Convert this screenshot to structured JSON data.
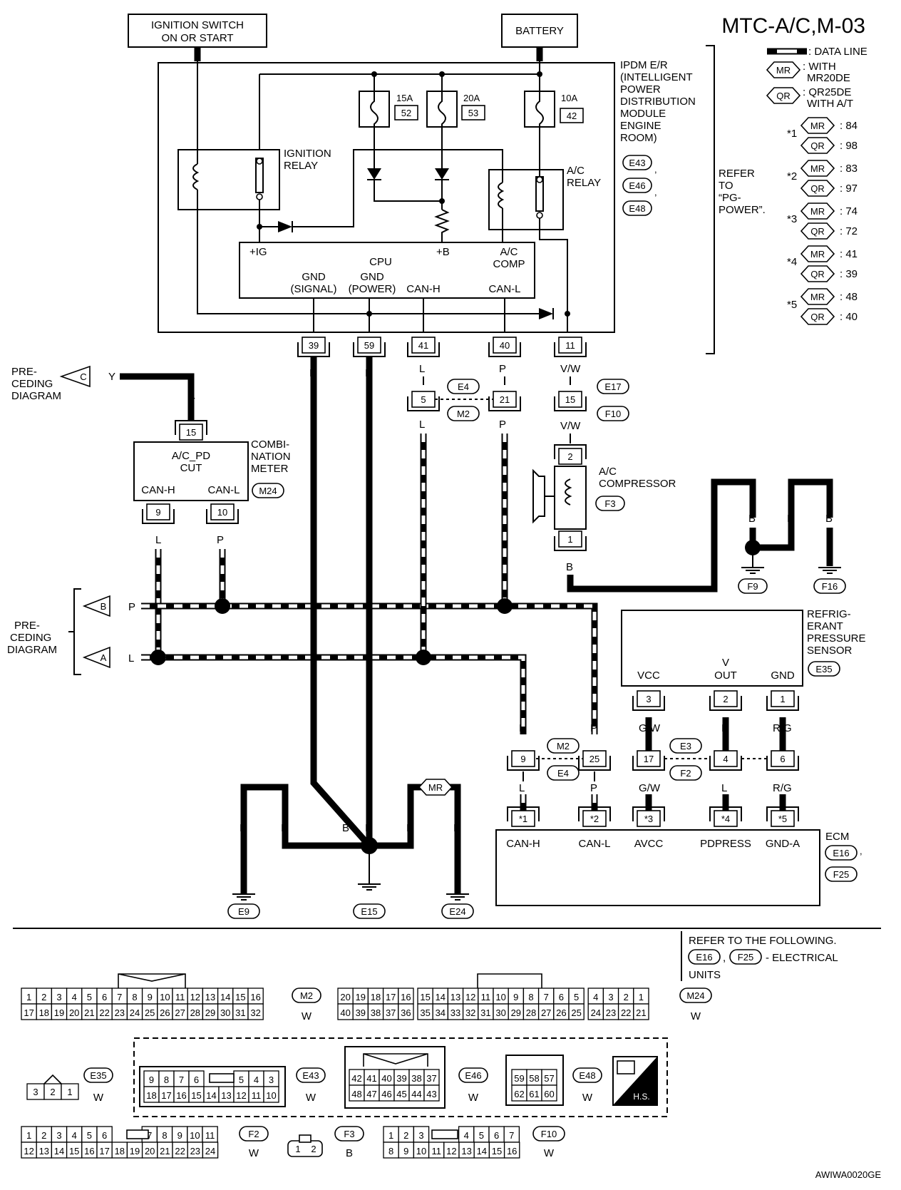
{
  "title": "MTC-A/C,M-03",
  "ignition_switch": [
    "IGNITION SWITCH",
    "ON OR START"
  ],
  "battery": "BATTERY",
  "ipdm": {
    "label_lines": [
      "IPDM E/R",
      "(INTELLIGENT",
      "POWER",
      "DISTRIBUTION",
      "MODULE",
      "ENGINE",
      "ROOM)"
    ],
    "connectors": [
      "E43",
      "E46",
      "E48"
    ],
    "fuses": [
      {
        "amps": "15A",
        "num": "52"
      },
      {
        "amps": "20A",
        "num": "53"
      },
      {
        "amps": "10A",
        "num": "42"
      }
    ],
    "ignition_relay": [
      "IGNITION",
      "RELAY"
    ],
    "ac_relay": [
      "A/C",
      "RELAY"
    ],
    "cpu": "CPU",
    "cpu_labels": {
      "ig": "+IG",
      "b": "+B",
      "ac_comp": [
        "A/C",
        "COMP"
      ],
      "gnd_signal": [
        "GND",
        "(SIGNAL)"
      ],
      "gnd_power": [
        "GND",
        "(POWER)"
      ],
      "can_h": "CAN-H",
      "can_l": "CAN-L"
    },
    "pins": [
      "39",
      "59",
      "41",
      "40",
      "11"
    ]
  },
  "refer_pg": [
    "REFER",
    "TO",
    "“PG-",
    "POWER”."
  ],
  "legend": {
    "data_line": ": DATA LINE",
    "mr_label": "MR",
    "mr_text": [
      ": WITH",
      "MR20DE"
    ],
    "qr_label": "QR",
    "qr_text": [
      ": QR25DE",
      "WITH A/T"
    ],
    "stars": [
      {
        "star": "*1",
        "mr": ": 84",
        "qr": ": 98"
      },
      {
        "star": "*2",
        "mr": ": 83",
        "qr": ": 97"
      },
      {
        "star": "*3",
        "mr": ": 74",
        "qr": ": 72"
      },
      {
        "star": "*4",
        "mr": ": 41",
        "qr": ": 39"
      },
      {
        "star": "*5",
        "mr": ": 48",
        "qr": ": 40"
      }
    ]
  },
  "preceding": {
    "c_lines": [
      "PRE-",
      "CEDING",
      "DIAGRAM"
    ],
    "c_letter": "C",
    "ab_lines": [
      "PRE-",
      "CEDING",
      "DIAGRAM"
    ],
    "b_letter": "B",
    "a_letter": "A"
  },
  "combination_meter": {
    "label_lines": [
      "COMBI-",
      "NATION",
      "METER"
    ],
    "connector": "M24",
    "pin_top": "15",
    "func": [
      "A/C_PD",
      "CUT"
    ],
    "can_h": "CAN-H",
    "can_l": "CAN-L",
    "pin_h": "9",
    "pin_l": "10"
  },
  "wire_colors": {
    "y": "Y",
    "b": "B",
    "l": "L",
    "p": "P",
    "vw": "V/W",
    "gw": "G/W",
    "rg": "R/G"
  },
  "joints": {
    "e4_m2": {
      "pin_l": "5",
      "pin_r": "21",
      "top": "E4",
      "bottom": "M2"
    },
    "e17_f10": {
      "pin": "15",
      "top": "E17",
      "bottom": "F10"
    },
    "m2_e4": {
      "pin_l": "9",
      "pin_r": "25",
      "top": "M2",
      "bottom": "E4"
    },
    "e3_f2": {
      "pins": [
        "17",
        "4",
        "6"
      ],
      "top": "E3",
      "bottom": "F2"
    }
  },
  "compressor": {
    "label_lines": [
      "A/C",
      "COMPRESSOR"
    ],
    "connector": "F3",
    "pins": [
      "2",
      "1"
    ]
  },
  "grounds": [
    "F9",
    "F16",
    "E9",
    "E15",
    "E24"
  ],
  "mr_tag": "MR",
  "refrigerant_sensor": {
    "label_lines": [
      "REFRIG-",
      "ERANT",
      "PRESSURE",
      "SENSOR"
    ],
    "connector": "E35",
    "terms": [
      "VCC",
      "V",
      "OUT",
      "GND"
    ],
    "pins": [
      "3",
      "2",
      "1"
    ]
  },
  "ecm": {
    "label": "ECM",
    "connectors": [
      "E16",
      "F25"
    ],
    "pins": [
      "*1",
      "*2",
      "*3",
      "*4",
      "*5"
    ],
    "terms": [
      "CAN-H",
      "CAN-L",
      "AVCC",
      "PDPRESS",
      "GND-A"
    ]
  },
  "refer_following": {
    "line1": "REFER TO THE FOLLOWING.",
    "c1": "E16",
    "c2": "F25",
    "text": "- ELECTRICAL",
    "line3": "UNITS"
  },
  "connector_views": {
    "m2": {
      "id": "M2",
      "color": "W",
      "top": [
        "1",
        "2",
        "3",
        "4",
        "5",
        "6",
        "7",
        "8",
        "9",
        "10",
        "11",
        "12",
        "13",
        "14",
        "15",
        "16"
      ],
      "bottom": [
        "17",
        "18",
        "19",
        "20",
        "21",
        "22",
        "23",
        "24",
        "25",
        "26",
        "27",
        "28",
        "29",
        "30",
        "31",
        "32"
      ]
    },
    "m24": {
      "id": "M24",
      "color": "W",
      "top": [
        "20",
        "19",
        "18",
        "17",
        "16",
        "15",
        "14",
        "13",
        "12",
        "11",
        "10",
        "9",
        "8",
        "7",
        "6",
        "5",
        "4",
        "3",
        "2",
        "1"
      ],
      "bottom": [
        "40",
        "39",
        "38",
        "37",
        "36",
        "35",
        "34",
        "33",
        "32",
        "31",
        "30",
        "29",
        "28",
        "27",
        "26",
        "25",
        "24",
        "23",
        "22",
        "21"
      ]
    },
    "e35": {
      "id": "E35",
      "color": "W",
      "pins": [
        "3",
        "2",
        "1"
      ]
    },
    "e43": {
      "id": "E43",
      "color": "W",
      "top": [
        "9",
        "8",
        "7",
        "6",
        "5",
        "4",
        "3"
      ],
      "bottom": [
        "18",
        "17",
        "16",
        "15",
        "14",
        "13",
        "12",
        "11",
        "10"
      ]
    },
    "e46": {
      "id": "E46",
      "color": "W",
      "top": [
        "42",
        "41",
        "40",
        "39",
        "38",
        "37"
      ],
      "bottom": [
        "48",
        "47",
        "46",
        "45",
        "44",
        "43"
      ]
    },
    "e48": {
      "id": "E48",
      "color": "W",
      "top": [
        "59",
        "58",
        "57"
      ],
      "bottom": [
        "62",
        "61",
        "60"
      ]
    },
    "hs": "H.S.",
    "f2": {
      "id": "F2",
      "color": "W",
      "top": [
        "1",
        "2",
        "3",
        "4",
        "5",
        "6",
        "7",
        "8",
        "9",
        "10",
        "11"
      ],
      "bottom": [
        "12",
        "13",
        "14",
        "15",
        "16",
        "17",
        "18",
        "19",
        "20",
        "21",
        "22",
        "23",
        "24"
      ]
    },
    "f3": {
      "id": "F3",
      "color": "B",
      "pins": [
        "1",
        "2"
      ]
    },
    "f10": {
      "id": "F10",
      "color": "W",
      "top": [
        "1",
        "2",
        "3",
        "4",
        "5",
        "6",
        "7"
      ],
      "bottom": [
        "8",
        "9",
        "10",
        "11",
        "12",
        "13",
        "14",
        "15",
        "16"
      ]
    }
  },
  "footer_code": "AWIWA0020GE"
}
